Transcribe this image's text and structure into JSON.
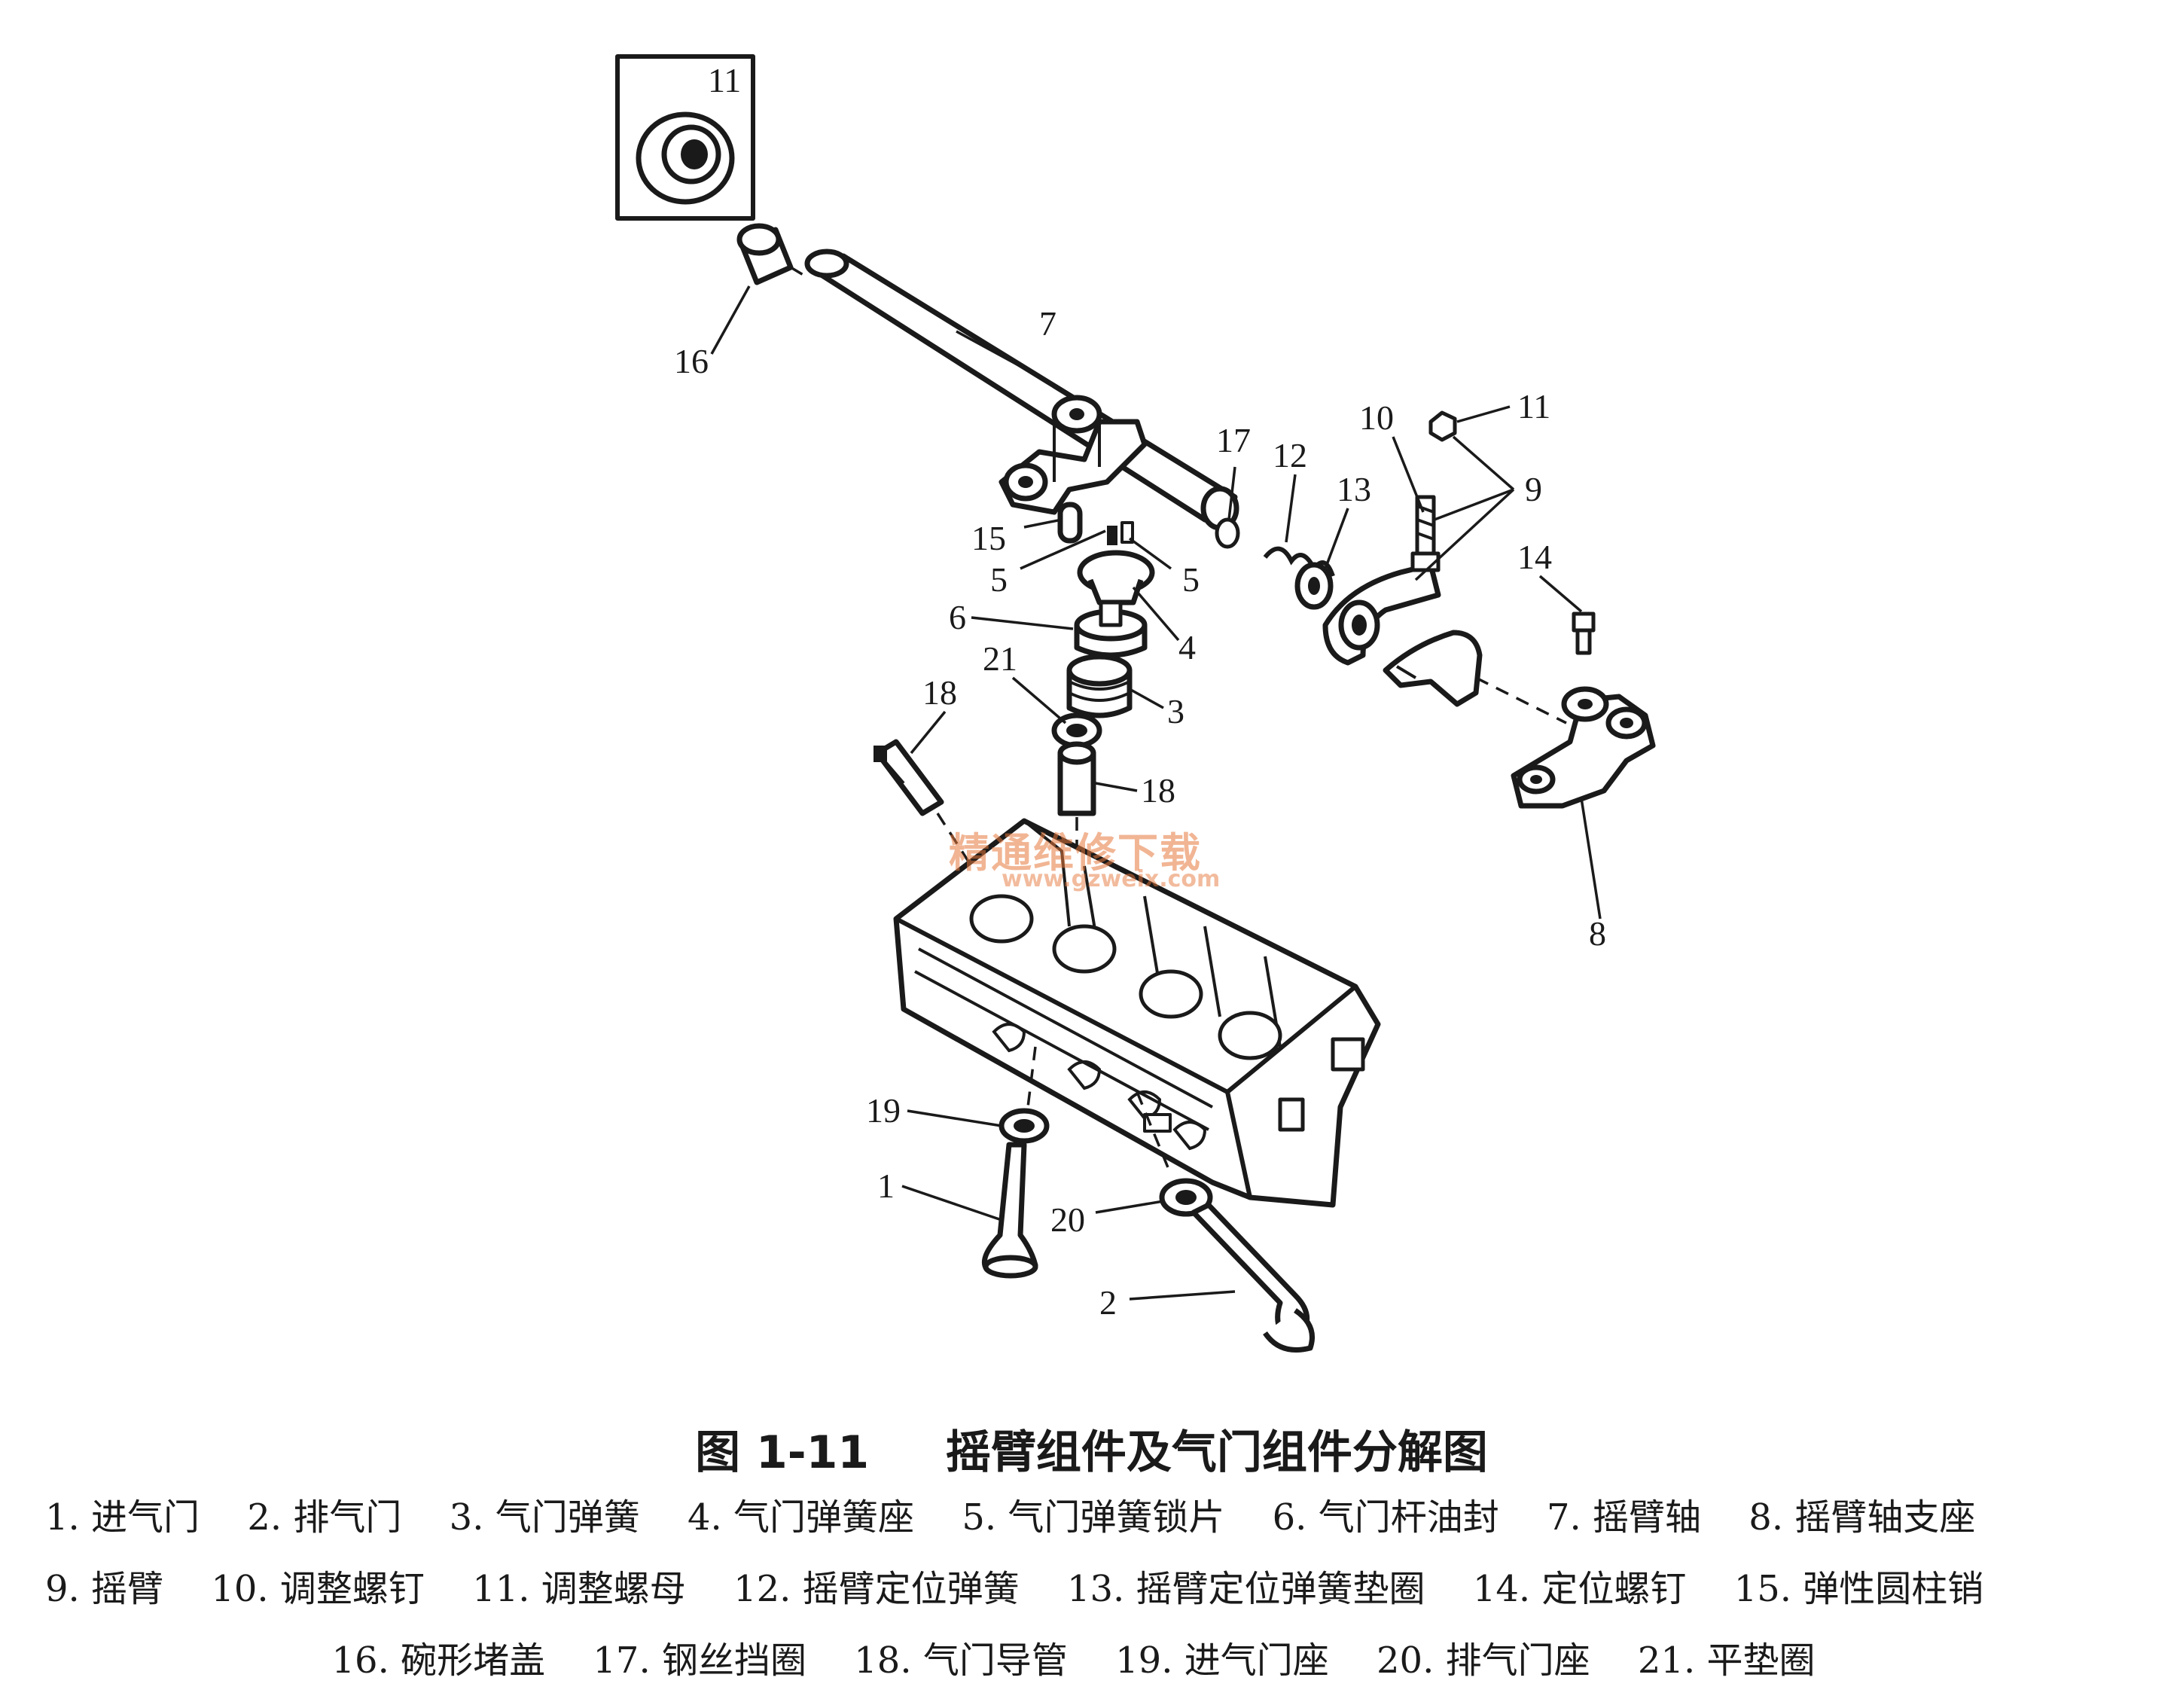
{
  "figure": {
    "caption_number": "图 1-11",
    "caption_title": "摇臂组件及气门组件分解图"
  },
  "callouts": [
    "11",
    "16",
    "7",
    "17",
    "12",
    "13",
    "10",
    "11",
    "9",
    "15",
    "5",
    "5",
    "4",
    "6",
    "21",
    "3",
    "18",
    "18",
    "14",
    "8",
    "19",
    "1",
    "20",
    "2"
  ],
  "legend": {
    "row1": [
      "1. 进气门",
      "2. 排气门",
      "3. 气门弹簧",
      "4. 气门弹簧座",
      "5. 气门弹簧锁片",
      "6. 气门杆油封",
      "7. 摇臂轴",
      "8. 摇臂轴支座"
    ],
    "row2": [
      "9. 摇臂",
      "10. 调整螺钉",
      "11. 调整螺母",
      "12. 摇臂定位弹簧",
      "13. 摇臂定位弹簧垫圈",
      "14. 定位螺钉",
      "15. 弹性圆柱销"
    ],
    "row3": [
      "16. 碗形堵盖",
      "17. 钢丝挡圈",
      "18. 气门导管",
      "19. 进气门座",
      "20. 排气门座",
      "21. 平垫圈"
    ]
  },
  "watermark": {
    "text": "精通维修下载",
    "url": "www.gzweix.com"
  }
}
